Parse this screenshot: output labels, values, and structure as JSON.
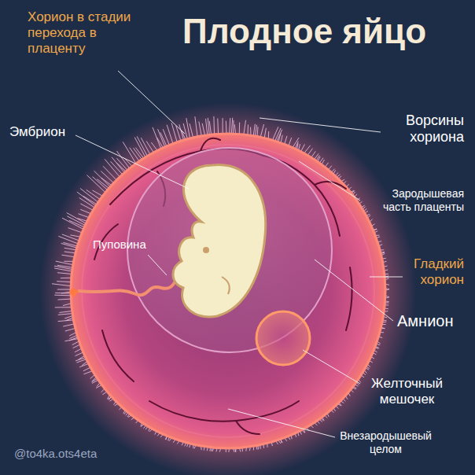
{
  "diagram": {
    "title": "Плодное яйцо",
    "labels": [
      "Хорион в стадии перехода в плаценту",
      "Эмбрион",
      "Ворсины хориона",
      "Зародышевая часть плаценты",
      "Пуповина",
      "Гладкий хорион",
      "Амнион",
      "Желточный мешочек",
      "Внезародышевый целом",
      "@to4ka.ots4eta"
    ]
  }
}
